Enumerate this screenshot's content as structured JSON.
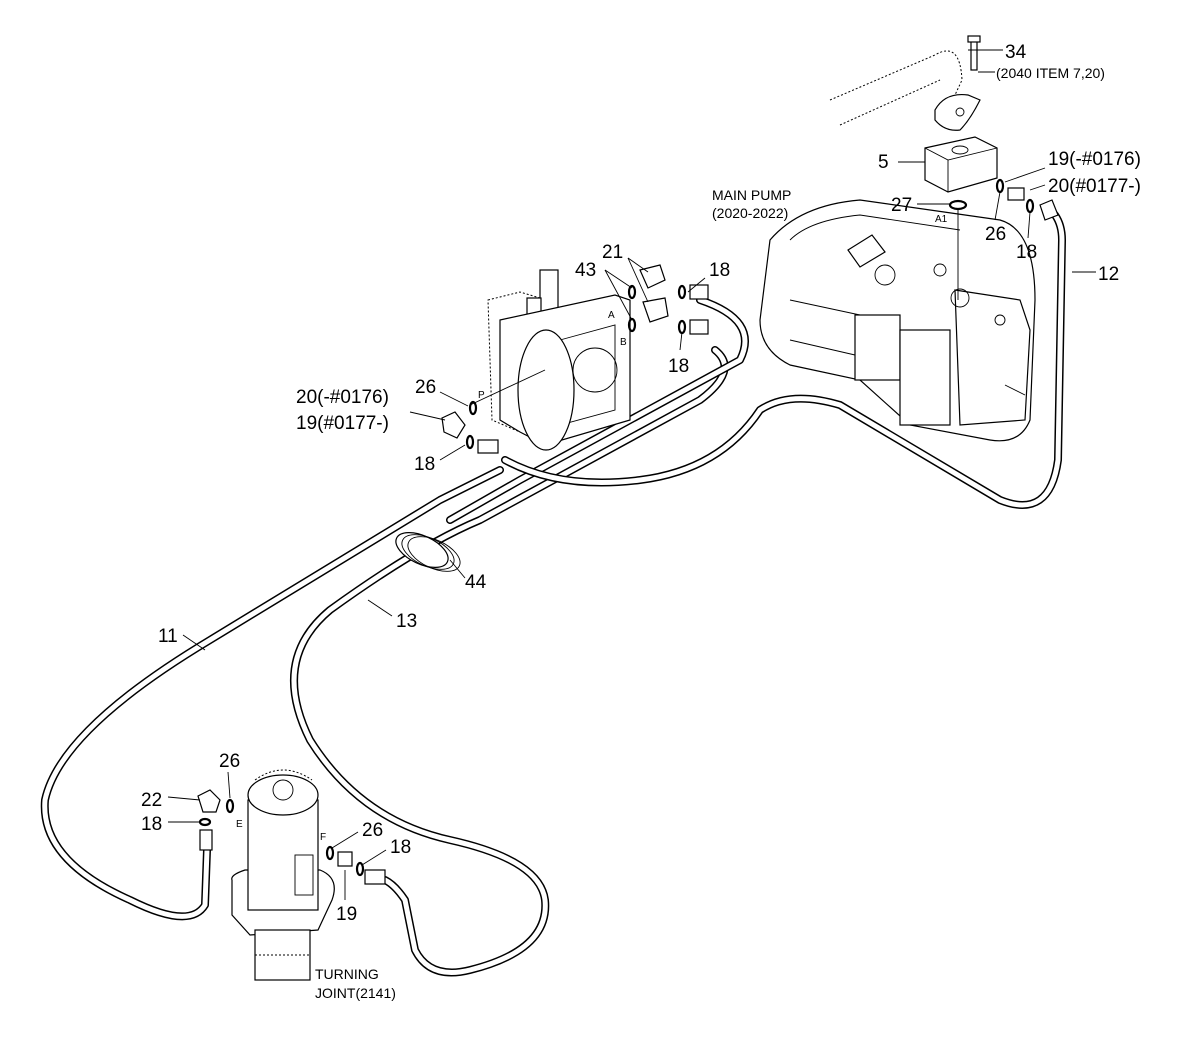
{
  "labels": {
    "main_pump": "MAIN PUMP",
    "main_pump_ref": "(2020-2022)",
    "turning_joint": "TURNING",
    "turning_joint_ref": "JOINT(2141)",
    "ref_2040": "(2040 ITEM 7,20)",
    "port_a": "A",
    "port_b": "B",
    "port_p": "P",
    "port_a1": "A1",
    "port_e": "E",
    "port_f": "F"
  },
  "callouts": {
    "c34": "34",
    "c5": "5",
    "c19_top": "19(-#0176)",
    "c20_top": "20(#0177-)",
    "c27": "27",
    "c26_pump": "26",
    "c18_pump": "18",
    "c12": "12",
    "c21": "21",
    "c43": "43",
    "c18_a": "18",
    "c18_b": "18",
    "c20_valve": "20(-#0176)",
    "c19_valve": "19(#0177-)",
    "c26_valve": "26",
    "c18_valve": "18",
    "c44": "44",
    "c13": "13",
    "c11": "11",
    "c26_tj": "26",
    "c22": "22",
    "c18_tj": "18",
    "c26_f": "26",
    "c18_f": "18",
    "c19_f": "19"
  }
}
